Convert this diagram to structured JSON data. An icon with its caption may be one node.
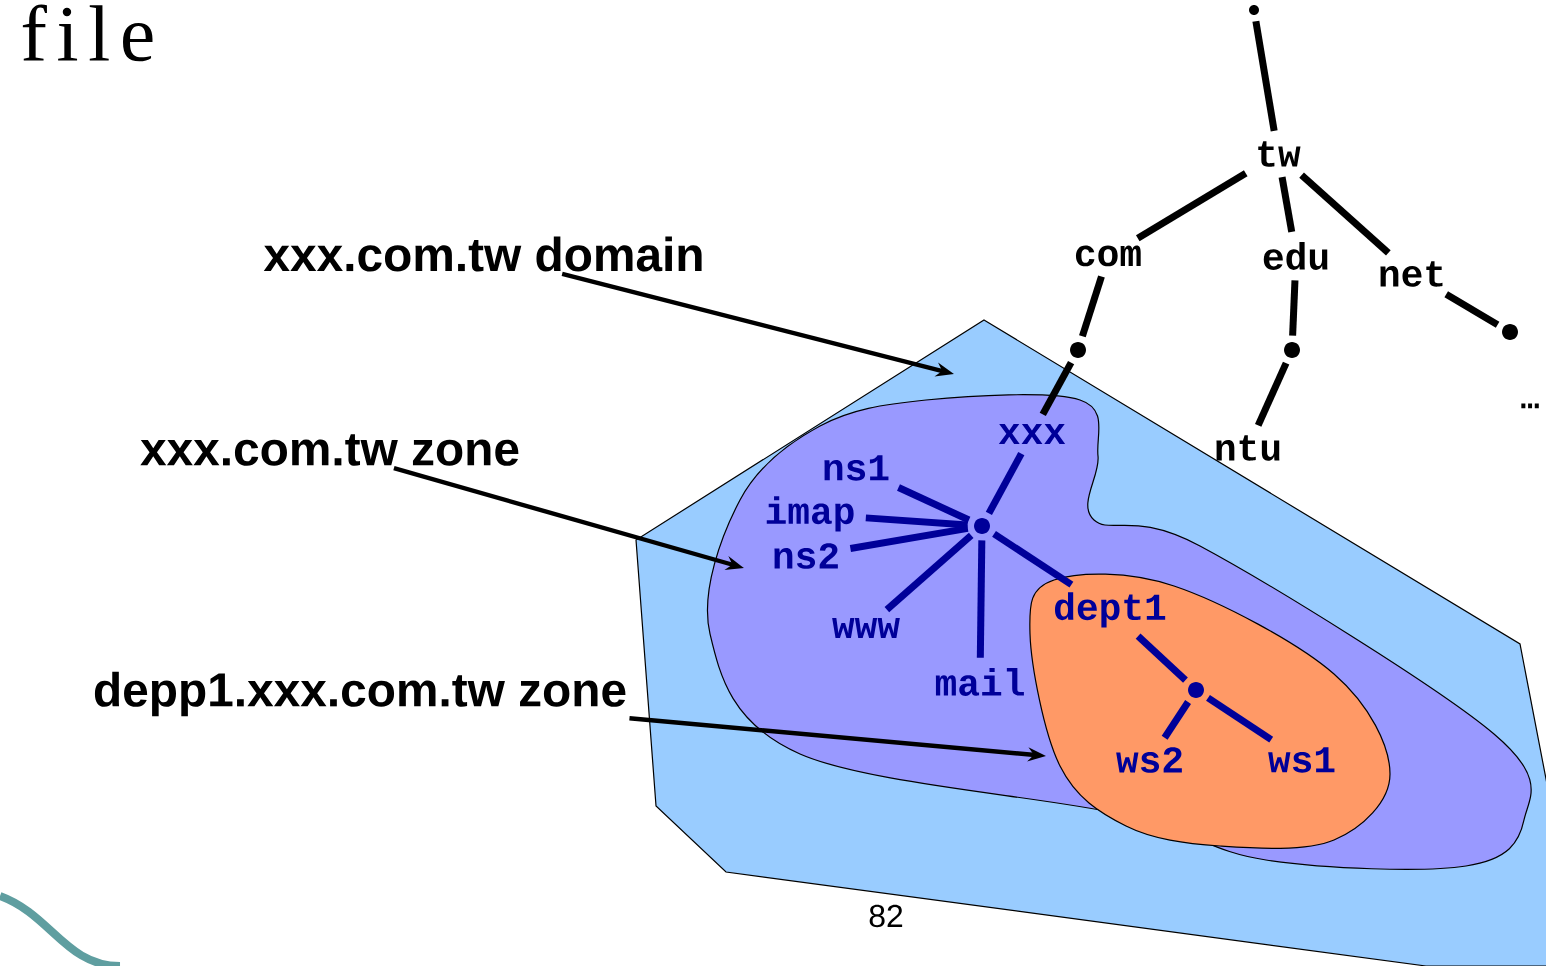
{
  "diagram": {
    "title": "file",
    "nodes": [
      {
        "text": [
          "xxx.com.tw domain"
        ]
      },
      {
        "text": [
          "xxx.com.tw zone"
        ]
      },
      {
        "text": [
          "depp1.xxx.com.tw zone"
        ]
      },
      {
        "text": [],
        "shape": "polygon"
      },
      {
        "text": [],
        "shape": "blob",
        "in": 3
      },
      {
        "text": [],
        "shape": "blob",
        "in": 4
      },
      {
        "text": [],
        "shape": "circle"
      },
      {
        "text": [
          "tw"
        ]
      },
      {
        "text": [
          "com"
        ]
      },
      {
        "text": [
          "edu"
        ]
      },
      {
        "text": [
          "net"
        ]
      },
      {
        "text": [],
        "shape": "circle"
      },
      {
        "text": [],
        "shape": "circle"
      },
      {
        "text": [],
        "shape": "circle"
      },
      {
        "text": [
          "xxx"
        ],
        "in": 4
      },
      {
        "text": [
          "ntu"
        ]
      },
      {
        "text": [],
        "shape": "circle",
        "in": 4
      },
      {
        "text": [
          "ns1"
        ],
        "in": 4
      },
      {
        "text": [
          "imap"
        ],
        "in": 4
      },
      {
        "text": [
          "ns2"
        ],
        "in": 4
      },
      {
        "text": [
          "www"
        ],
        "in": 4
      },
      {
        "text": [
          "mail"
        ],
        "in": 4
      },
      {
        "text": [
          "dept1"
        ],
        "in": 5
      },
      {
        "text": [],
        "shape": "circle",
        "in": 5
      },
      {
        "text": [
          "ws2"
        ],
        "in": 5
      },
      {
        "text": [
          "ws1"
        ],
        "in": 5
      }
    ],
    "edges": [
      {
        "from": 0,
        "to": 3,
        "arrow": "to"
      },
      {
        "from": 1,
        "to": 4,
        "arrow": "to"
      },
      {
        "from": 2,
        "to": 5,
        "arrow": "to"
      },
      {
        "from": 6,
        "to": 7,
        "arrow": "none"
      },
      {
        "from": 7,
        "to": 8,
        "arrow": "none"
      },
      {
        "from": 7,
        "to": 9,
        "arrow": "none"
      },
      {
        "from": 7,
        "to": 10,
        "arrow": "none"
      },
      {
        "from": 8,
        "to": 11,
        "arrow": "none"
      },
      {
        "from": 11,
        "to": 14,
        "arrow": "none"
      },
      {
        "from": 9,
        "to": 12,
        "arrow": "none"
      },
      {
        "from": 12,
        "to": 15,
        "arrow": "none"
      },
      {
        "from": 10,
        "to": 13,
        "arrow": "none"
      },
      {
        "from": 14,
        "to": 16,
        "arrow": "none",
        "color": "#000099"
      },
      {
        "from": 16,
        "to": 17,
        "arrow": "none",
        "color": "#000099"
      },
      {
        "from": 16,
        "to": 18,
        "arrow": "none",
        "color": "#000099"
      },
      {
        "from": 16,
        "to": 19,
        "arrow": "none",
        "color": "#000099"
      },
      {
        "from": 16,
        "to": 20,
        "arrow": "none",
        "color": "#000099"
      },
      {
        "from": 16,
        "to": 21,
        "arrow": "none",
        "color": "#000099"
      },
      {
        "from": 16,
        "to": 22,
        "arrow": "none",
        "color": "#000099"
      },
      {
        "from": 22,
        "to": 23,
        "arrow": "none",
        "color": "#000099"
      },
      {
        "from": 23,
        "to": 24,
        "arrow": "none",
        "color": "#000099"
      },
      {
        "from": 23,
        "to": 25,
        "arrow": "none",
        "color": "#000099"
      }
    ],
    "labels": [
      "…",
      "82"
    ]
  }
}
